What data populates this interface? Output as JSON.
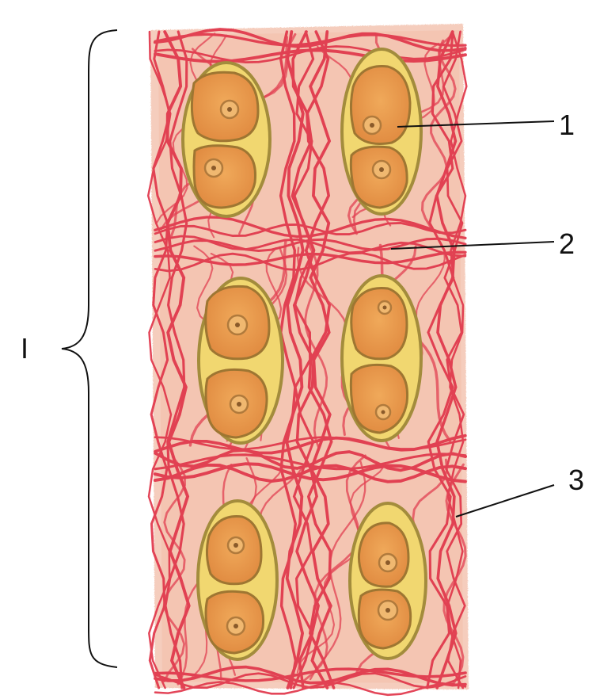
{
  "labels": {
    "group": "I",
    "callout_1": "1",
    "callout_2": "2",
    "callout_3": "3"
  },
  "colors": {
    "background": "#ffffff",
    "matrix": "#f4c6b3",
    "fiber": "#e03348",
    "capsule_fill": "#f1d770",
    "capsule_edge": "#a38c3c",
    "cell_fill": "#e99a4c",
    "cell_edge": "#9e7632",
    "nucleus": "#b07a3c",
    "line": "#111111"
  }
}
